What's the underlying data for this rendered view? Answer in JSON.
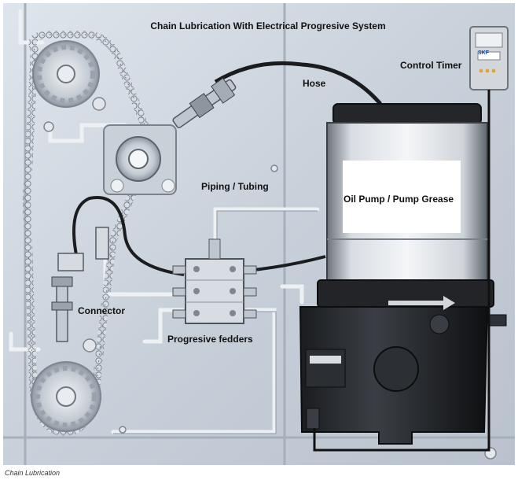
{
  "figure": {
    "title": "Chain Lubrication With Electrical Progresive System",
    "labels": {
      "hose": "Hose",
      "control_timer": "Control Timer",
      "piping": "Piping / Tubing",
      "oil_pump": "Oil Pump / Pump Grease",
      "connector": "Connector",
      "feeders": "Progresive fedders"
    },
    "timer_brand": "SKF"
  },
  "caption": "Chain Lubrication"
}
